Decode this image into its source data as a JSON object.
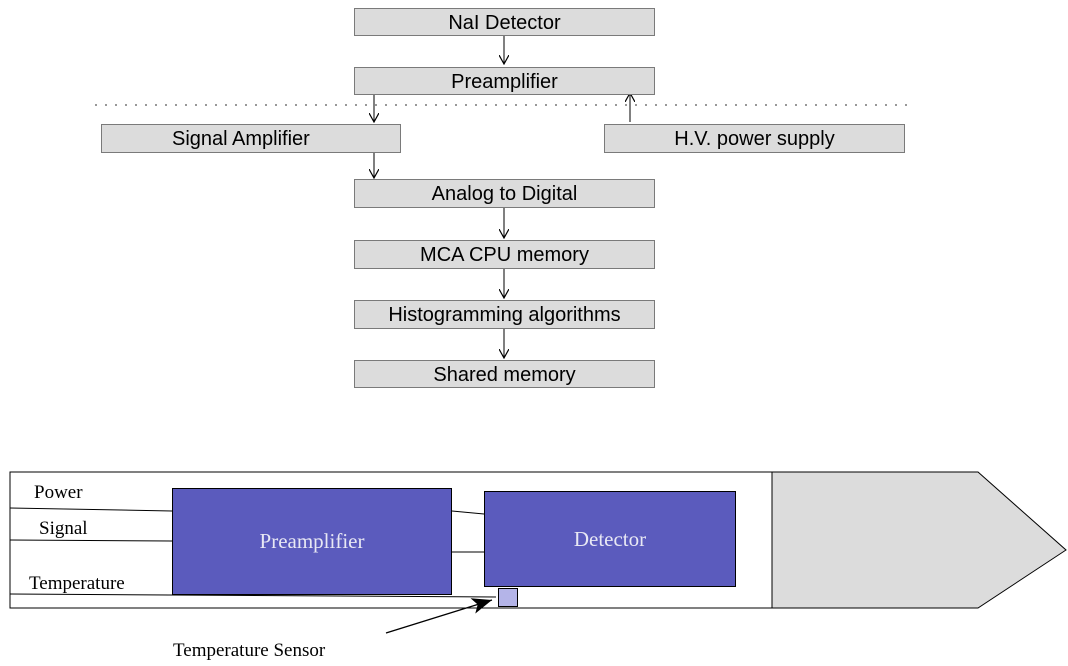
{
  "block_diagram": {
    "nai_detector": "NaI Detector",
    "preamplifier": "Preamplifier",
    "signal_amplifier": "Signal Amplifier",
    "hv_power_supply": "H.V. power supply",
    "analog_to_digital": "Analog to Digital",
    "mca_cpu_memory": "MCA CPU memory",
    "histogramming_algorithms": "Histogramming algorithms",
    "shared_memory": "Shared memory"
  },
  "probe_diagram": {
    "power_label": "Power",
    "signal_label": "Signal",
    "temperature_label": "Temperature",
    "preamplifier_label": "Preamplifier",
    "detector_label": "Detector",
    "temperature_sensor_label": "Temperature Sensor"
  },
  "colors": {
    "box_fill": "#dcdcdc",
    "component_fill": "#5b5bbd",
    "sensor_fill": "#b4b4e8",
    "cap_fill": "#dcdcdc"
  }
}
